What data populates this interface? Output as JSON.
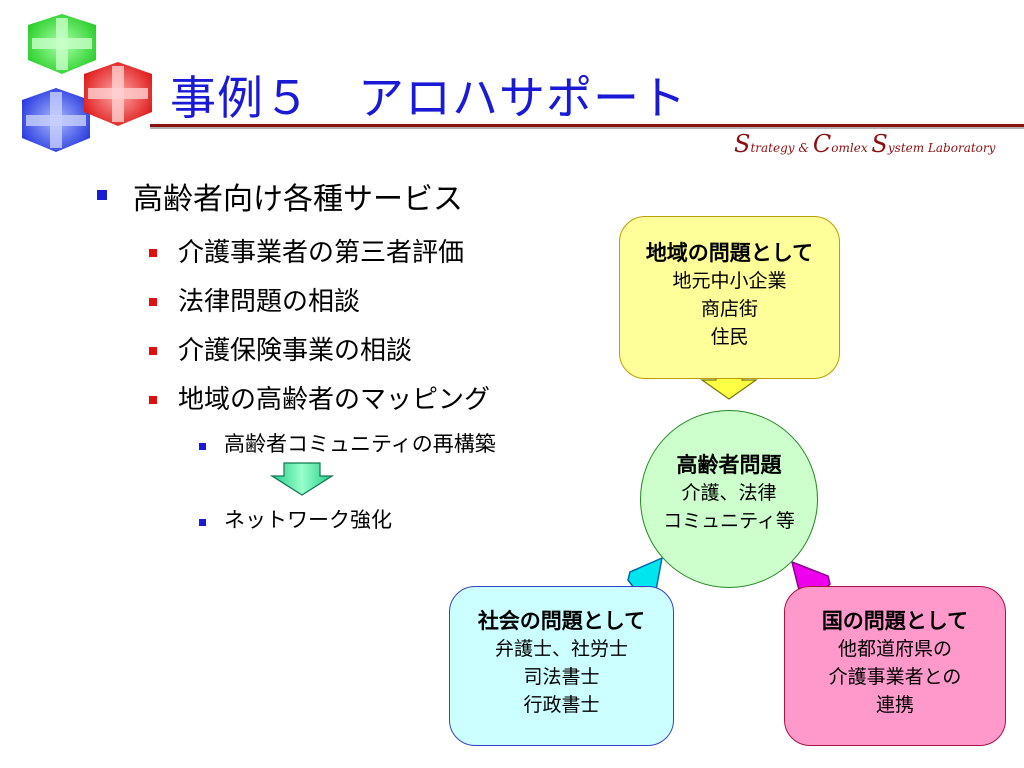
{
  "slide": {
    "title": "事例５　アロハサポート",
    "lab": {
      "s1": "S",
      "w1": "trategy",
      "amp": "&",
      "s2": "C",
      "w2": "omlex",
      "s3": "S",
      "w3": "ystem Laboratory"
    }
  },
  "list": {
    "l1": "高齢者向け各種サービス",
    "l2": [
      "介護事業者の第三者評価",
      "法律問題の相談",
      "介護保険事業の相談",
      "地域の高齢者のマッピング"
    ],
    "l3a": "高齢者コミュニティの再構築",
    "l3b": "ネットワーク強化"
  },
  "boxes": {
    "local": {
      "head": "地域の問題として",
      "lines": [
        "地元中小企業",
        "商店街",
        "住民"
      ]
    },
    "center": {
      "head": "高齢者問題",
      "lines": [
        "介護、法律",
        "コミュニティ等"
      ]
    },
    "social": {
      "head": "社会の問題として",
      "lines": [
        "弁護士、社労士",
        "司法書士",
        "行政書士"
      ]
    },
    "national": {
      "head": "国の問題として",
      "lines": [
        "他都道府県の",
        "介護事業者との",
        "連携"
      ]
    }
  },
  "colors": {
    "title": "#1a1ad6",
    "bullet_blue": "#1a1ad6",
    "bullet_red": "#e01010",
    "box_local": "#ffff99",
    "box_center": "#ccffcc",
    "box_social": "#ccffff",
    "box_national": "#ff99cc"
  }
}
